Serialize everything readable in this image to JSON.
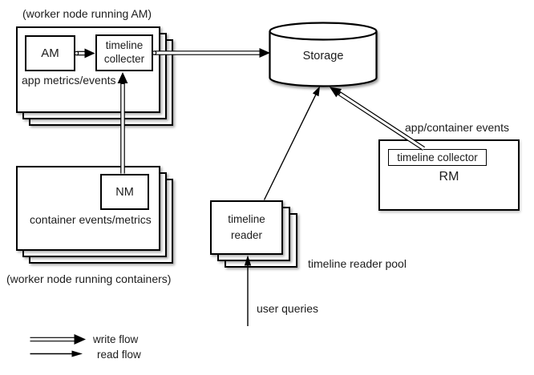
{
  "worker_am": {
    "title": "(worker node running AM)",
    "am": "AM",
    "collector": "timeline collecter",
    "caption": "app metrics/events"
  },
  "storage": {
    "label": "Storage"
  },
  "rm": {
    "events_caption": "app/container events",
    "collector": "timeline collector",
    "label": "RM"
  },
  "reader_pool": {
    "reader": "timeline reader",
    "pool_caption": "timeline reader pool",
    "user_queries": "user queries"
  },
  "worker_containers": {
    "nm": "NM",
    "caption": "container events/metrics",
    "title": "(worker node running containers)"
  },
  "legend": {
    "write": "write flow",
    "read": "read flow"
  },
  "colors": {
    "line": "#000000",
    "text": "#1c1c1c",
    "background": "#ffffff"
  }
}
